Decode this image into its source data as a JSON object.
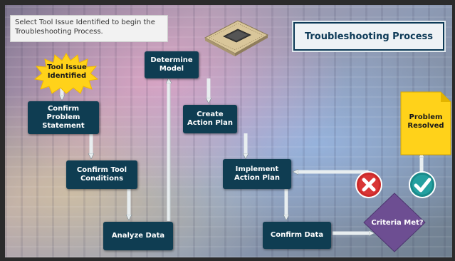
{
  "instruction": "Select Tool Issue Identified to begin the Troubleshooting Process.",
  "title": "Troubleshooting Process",
  "start": "Tool Issue\nIdentified",
  "steps": {
    "confirm_problem": "Confirm\nProblem\nStatement",
    "confirm_tool": "Confirm Tool\nConditions",
    "analyze": "Analyze Data",
    "determine": "Determine\nModel",
    "create_plan": "Create\nAction Plan",
    "implement": "Implement\nAction Plan",
    "confirm_data": "Confirm Data"
  },
  "decision": "Criteria Met?",
  "resolved": "Problem\nResolved",
  "icons": {
    "fail": "x-icon",
    "pass": "check-icon",
    "chip": "microchip-icon"
  },
  "colors": {
    "box": "#0f3d52",
    "title_text": "#0d3a57",
    "burst": "#ffd21a",
    "note": "#ffd21a",
    "diamond": "#6d4e92",
    "fail": "#cc2a2a",
    "pass": "#1a8a8a"
  }
}
